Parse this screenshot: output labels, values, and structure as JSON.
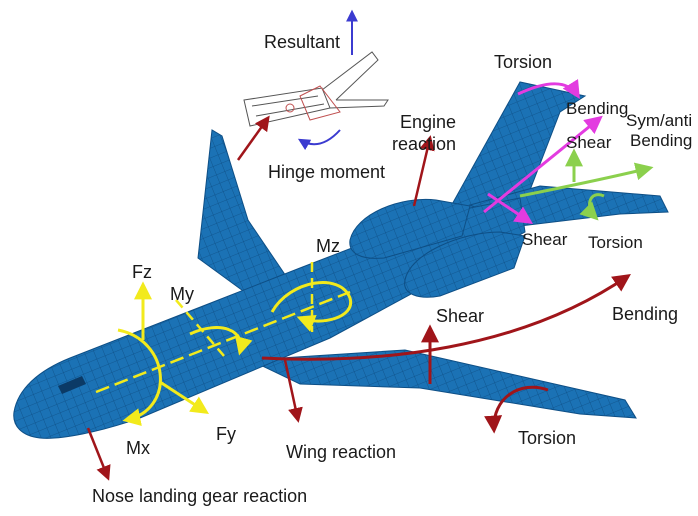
{
  "labels": {
    "resultant": "Resultant",
    "hinge_moment": "Hinge moment",
    "torsion_tail": "Torsion",
    "bending_tail": "Bending",
    "sym_anti_1": "Sym/anti",
    "sym_anti_2": "Bending",
    "shear_tail_upper": "Shear",
    "engine_reaction_1": "Engine",
    "engine_reaction_2": "reaction",
    "shear_tail_lower": "Shear",
    "torsion_htail": "Torsion",
    "mz": "Mz",
    "fz": "Fz",
    "my": "My",
    "shear_wing": "Shear",
    "bending_wing": "Bending",
    "mx": "Mx",
    "fy": "Fy",
    "wing_reaction": "Wing reaction",
    "torsion_wing": "Torsion",
    "nose_gear": "Nose landing gear reaction"
  },
  "colors": {
    "aircraft": "#1b72b5",
    "aircraft_mesh": "#0e4f86",
    "red_arrow": "#a0151a",
    "yellow_arrow": "#f2ea1c",
    "magenta_arrow": "#e33be0",
    "green_arrow": "#8bd04d",
    "blue_arrow": "#3b3bd0"
  },
  "icons": {
    "aircraft": "business-jet-finite-element-model",
    "flap_mechanism": "control-surface-hinge-mechanism"
  }
}
